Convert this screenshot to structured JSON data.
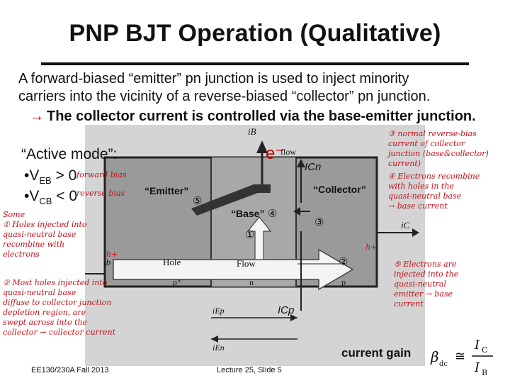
{
  "slide": {
    "title": "PNP BJT Operation (Qualitative)",
    "intro_line1": "A forward-biased “emitter” pn junction is used to inject minority",
    "intro_line2": "carriers into the vicinity of a reverse-biased “collector” pn junction.",
    "intro_line3": "The collector current is controlled via the base-emitter junction.",
    "arrow_glyph": "→",
    "mode_title": "“Active mode”:",
    "conditions": [
      "•V",
      "EB",
      " > 0",
      "•V",
      "CB",
      " < 0"
    ],
    "footer_left": "EE130/230A Fall 2013",
    "footer_mid": "Lecture 25, Slide 5",
    "gain_label": "current gain"
  },
  "figure": {
    "labels": {
      "emitter": "“Emitter”",
      "collector": "“Collector”",
      "base": "“Base”",
      "e_minus": "e⁻",
      "flow_top": "flow",
      "hole": "Hole",
      "flow": "Flow",
      "p_plus": "p⁺",
      "n": "n",
      "p": "p",
      "i_B": "iB",
      "i_Cn": "ICn",
      "i_C": "iC",
      "i_b": "ib",
      "i_Cp": "ICp",
      "i_Ep": "iEp",
      "i_En": "iEn",
      "circ1": "①",
      "circ2": "②",
      "circ3": "③",
      "circ4": "④",
      "circ5": "⑤"
    },
    "formula": {
      "beta": "βdc",
      "approx": "≅",
      "numerator": "IC",
      "denominator": "IB"
    }
  },
  "annotations": {
    "left_note1": [
      "Some",
      "① Holes injected into",
      "quasi-neutral base",
      "recombine with",
      "electrons"
    ],
    "left_note2": [
      "② Most holes injected into",
      "quasi-neutral base",
      "diffuse to collector junction",
      "depletion region, are",
      "swept across into the",
      "collector → collector current"
    ],
    "fwd_bias": "forward bias",
    "rev_bias": "reverse bias",
    "right_note3": [
      "③ normal reverse-bias",
      "current of collector",
      "junction (base&collector)",
      "current)"
    ],
    "right_note4": [
      "④ Electrons recombine",
      "with holes in the",
      "quasi-neutral base",
      "→ base current"
    ],
    "right_note5": [
      "⑤ Electrons are",
      "injected into the",
      "quasi-neutral",
      "emitter → base",
      "current"
    ],
    "h_plus1": "h+",
    "h_plus2": "h+"
  }
}
